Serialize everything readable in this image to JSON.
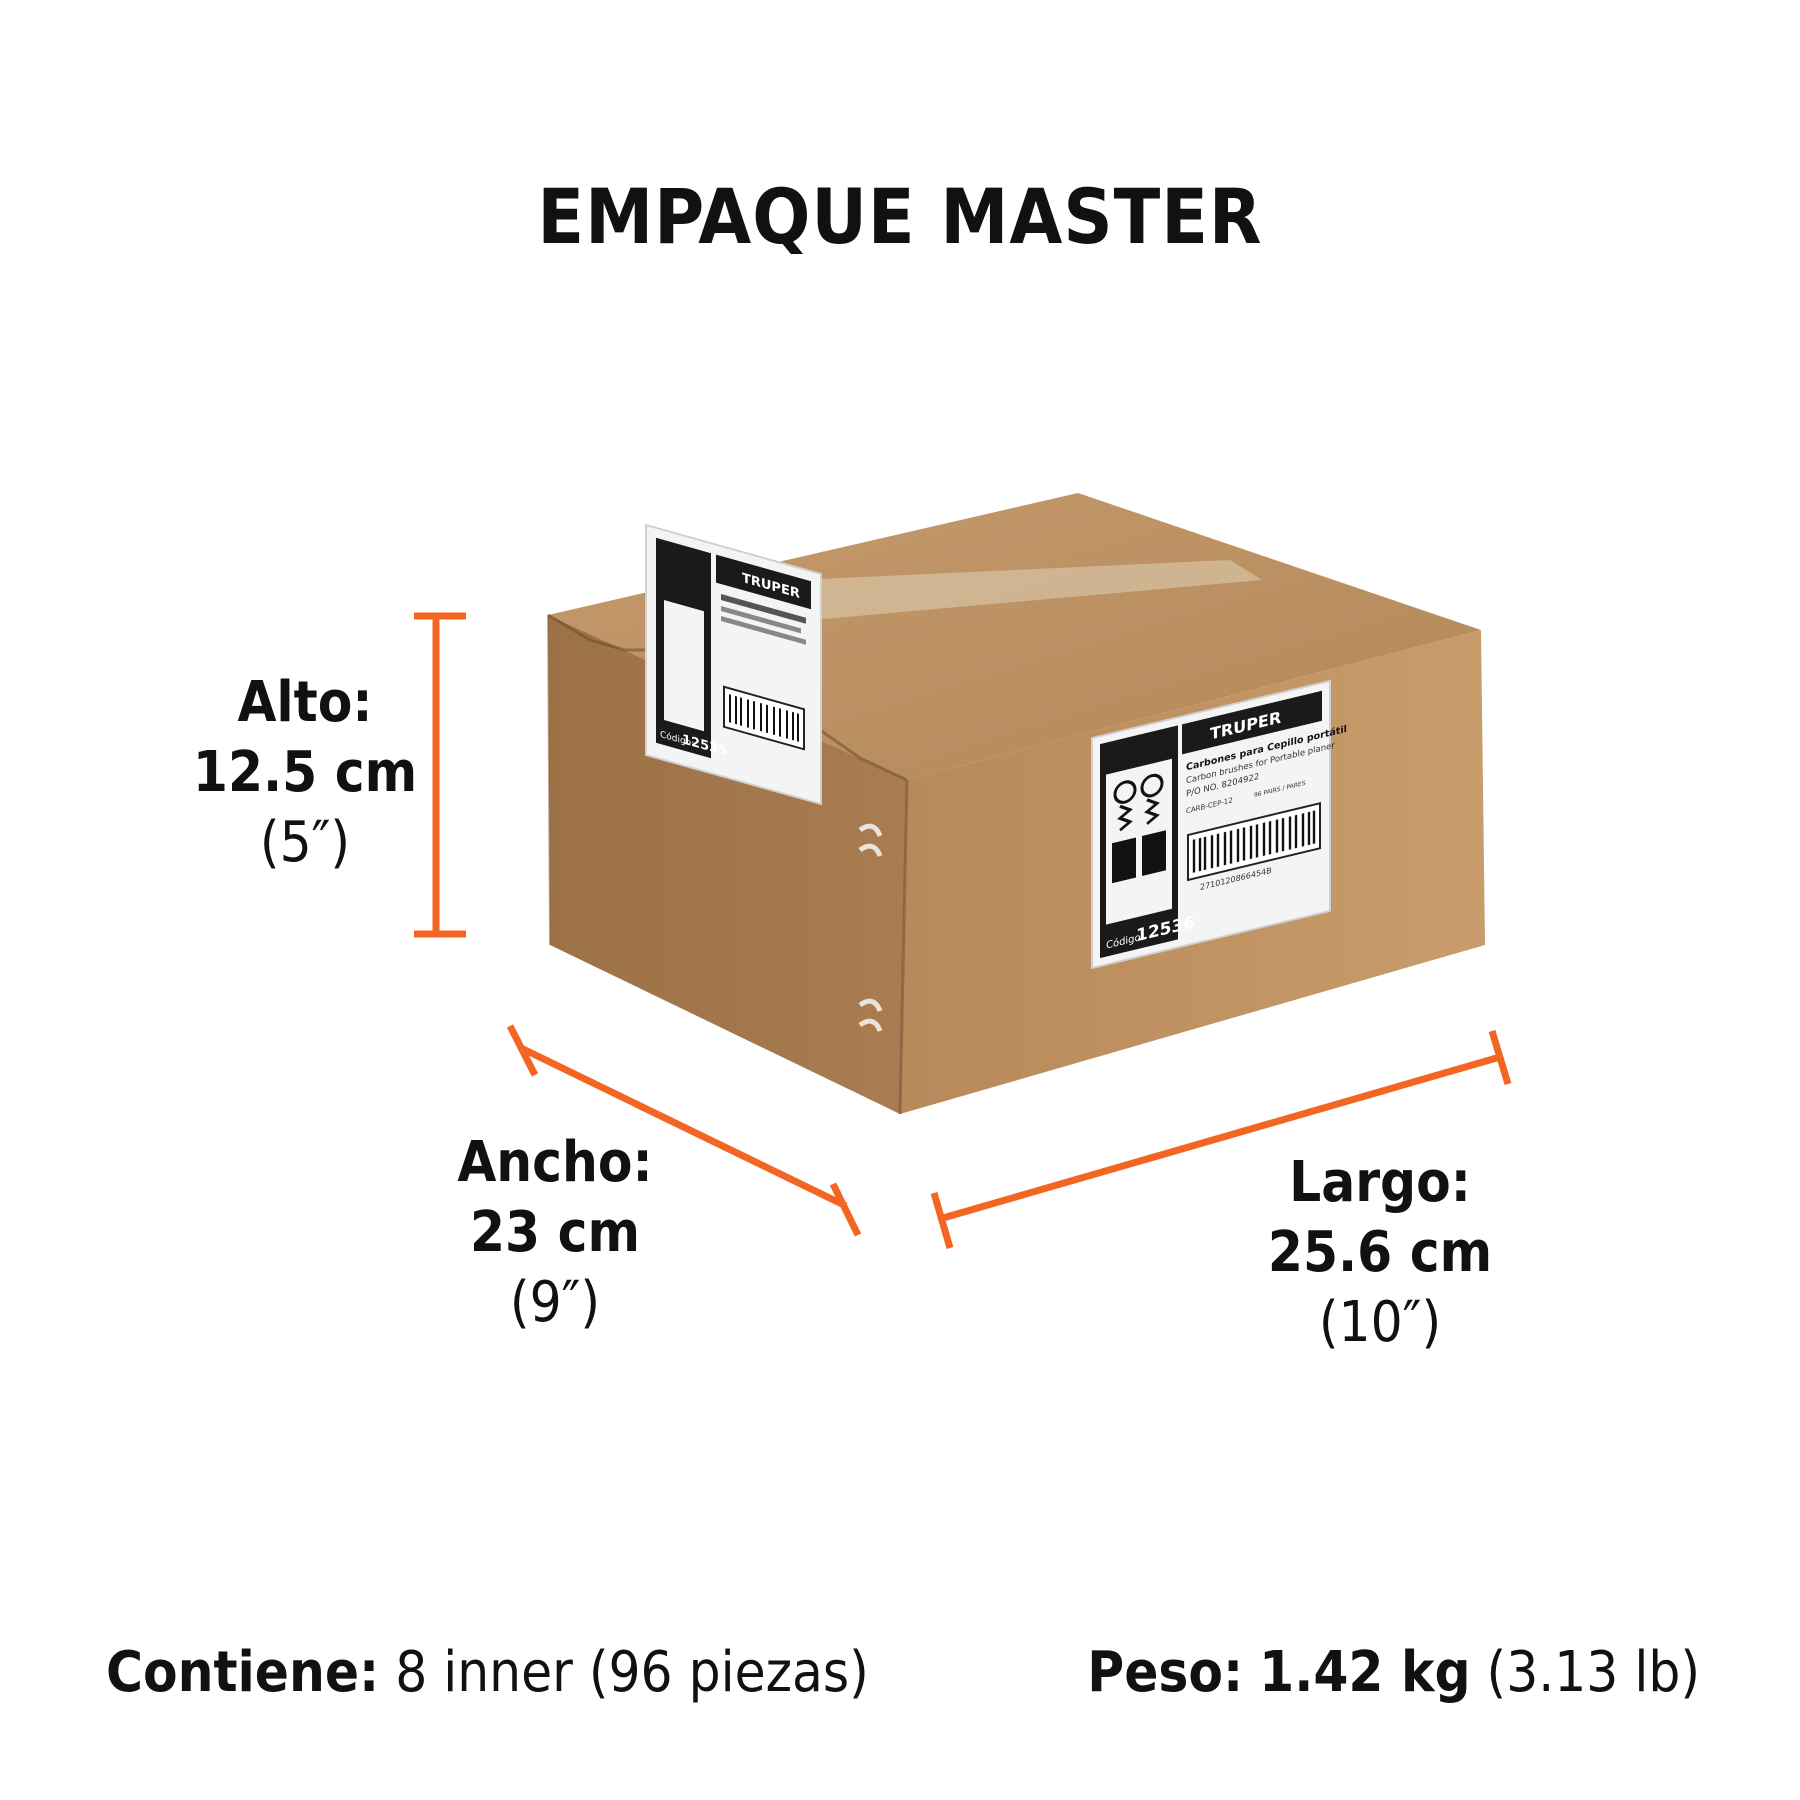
{
  "title": "EMPAQUE MASTER",
  "dimensions": {
    "alto": {
      "label": "Alto:",
      "metric": "12.5 cm",
      "imperial": "(5″)"
    },
    "ancho": {
      "label": "Ancho:",
      "metric": "23 cm",
      "imperial": "(9″)"
    },
    "largo": {
      "label": "Largo:",
      "metric": "25.6 cm",
      "imperial": "(10″)"
    }
  },
  "contents": {
    "label": "Contiene:",
    "value": "8 inner (96 piezas)"
  },
  "weight": {
    "label": "Peso:",
    "value": "1.42 kg",
    "imperial": "(3.13 lb)"
  },
  "box_labels": {
    "brand": "TRUPER",
    "product_es": "Carbones para Cepillo portátil",
    "product_en": "Carbon brushes for Portable planer",
    "po": "P/O NO. 8204922",
    "clave": "CARB-CEP-12",
    "quantity": "96 PAIRS / PARES",
    "code_label": "Código:",
    "front_code": "12536",
    "side_code": "12535",
    "barcode_number": "2710120866454B"
  },
  "colors": {
    "accent": "#f26522",
    "text": "#111111",
    "cardboard": "#b68b5f"
  }
}
